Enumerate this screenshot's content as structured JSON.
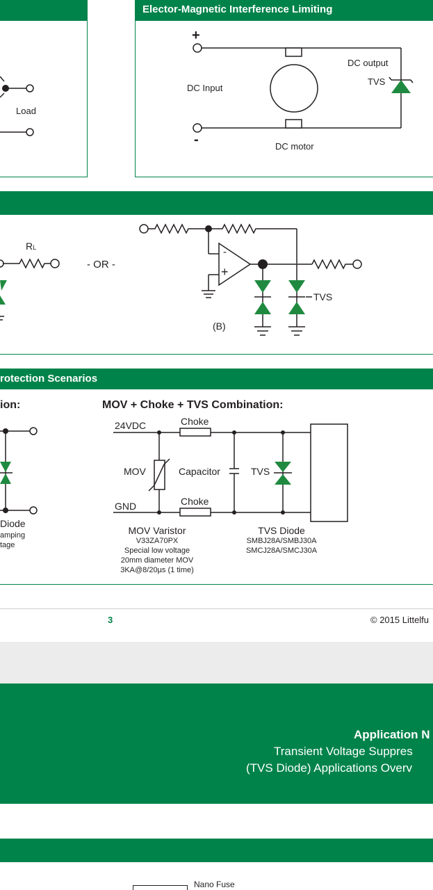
{
  "sections": {
    "emi_title": "Elector-Magnetic Interference Limiting",
    "protection_title": "rotection Scenarios"
  },
  "emi": {
    "plus": "+",
    "minus": "-",
    "dc_input": "DC Input",
    "dc_output": "DC output",
    "tvs": "TVS",
    "dc_motor": "DC motor",
    "load": "Load"
  },
  "opamp": {
    "rl": "R",
    "rl_sub": "L",
    "or": "- OR -",
    "tvs": "TVS",
    "label_b": "(B)",
    "minus": "-",
    "plus": "+"
  },
  "scenarios": {
    "left_heading": "ion:",
    "left_diode": "Diode",
    "left_clamp": "amping",
    "left_voltage": "tage",
    "combo_heading": "MOV + Choke + TVS Combination:",
    "vdc": "24VDC",
    "gnd": "GND",
    "choke_top": "Choke",
    "choke_bottom": "Choke",
    "mov": "MOV",
    "capacitor": "Capacitor",
    "tvs": "TVS",
    "mov_title": "MOV Varistor",
    "mov_lines": [
      "V33ZA70PX",
      "Special low voltage",
      "20mm diameter MOV",
      "3KA@8/20µs (1 time)"
    ],
    "tvs_title": "TVS Diode",
    "tvs_lines": [
      "SMBJ28A/SMBJ30A",
      "SMCJ28A/SMCJ30A"
    ]
  },
  "footer": {
    "page_number": "3",
    "copyright": "© 2015 Littelfu"
  },
  "next_page": {
    "app_note": "Application N",
    "subtitle1": "Transient Voltage Suppres",
    "subtitle2": "(TVS Diode) Applications Overv",
    "nano_fuse": "Nano Fuse"
  },
  "colors": {
    "brand_green": "#00834a",
    "page_bg": "#ececec"
  }
}
